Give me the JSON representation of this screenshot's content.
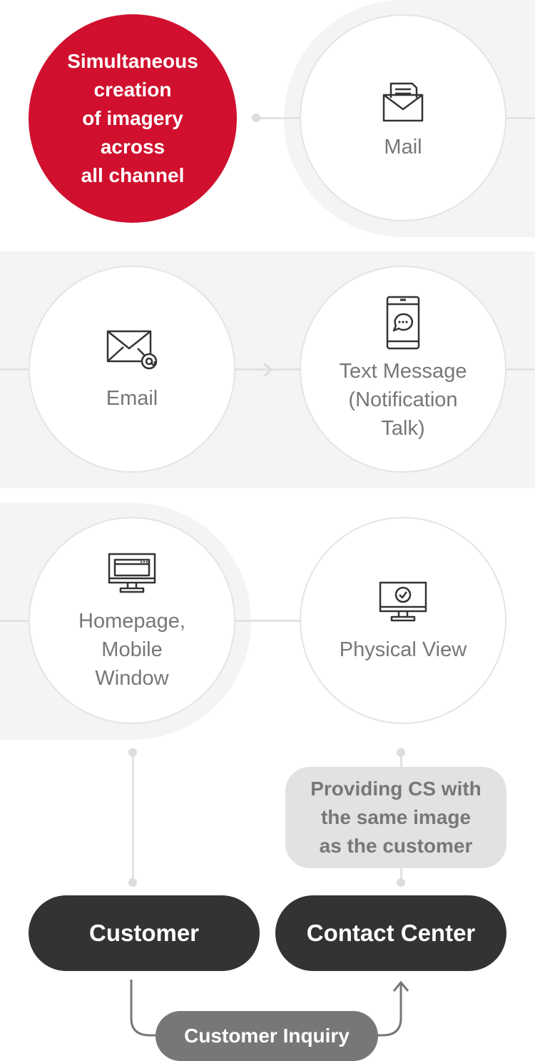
{
  "hub": {
    "label": "Simultaneous\ncreation\nof imagery\nacross\nall channel"
  },
  "channels": [
    {
      "label": "Mail",
      "icon": "mail-envelope-icon"
    },
    {
      "label": "Email",
      "icon": "email-at-icon"
    },
    {
      "label": "Text Message\n(Notification\nTalk)",
      "icon": "mobile-chat-icon"
    },
    {
      "label": "Homepage,\nMobile\nWindow",
      "icon": "desktop-monitor-icon"
    },
    {
      "label": "Physical View",
      "icon": "monitor-check-icon"
    }
  ],
  "cs_note": {
    "label": "Providing CS with\nthe same image\nas the customer"
  },
  "actors": {
    "customer": "Customer",
    "contact_center": "Contact Center"
  },
  "inquiry": {
    "label": "Customer Inquiry"
  },
  "colors": {
    "accent": "#d0102e",
    "dark": "#333333",
    "mid_gray": "#777777",
    "light_gray": "#e2e2e2",
    "band": "#f4f4f4"
  }
}
